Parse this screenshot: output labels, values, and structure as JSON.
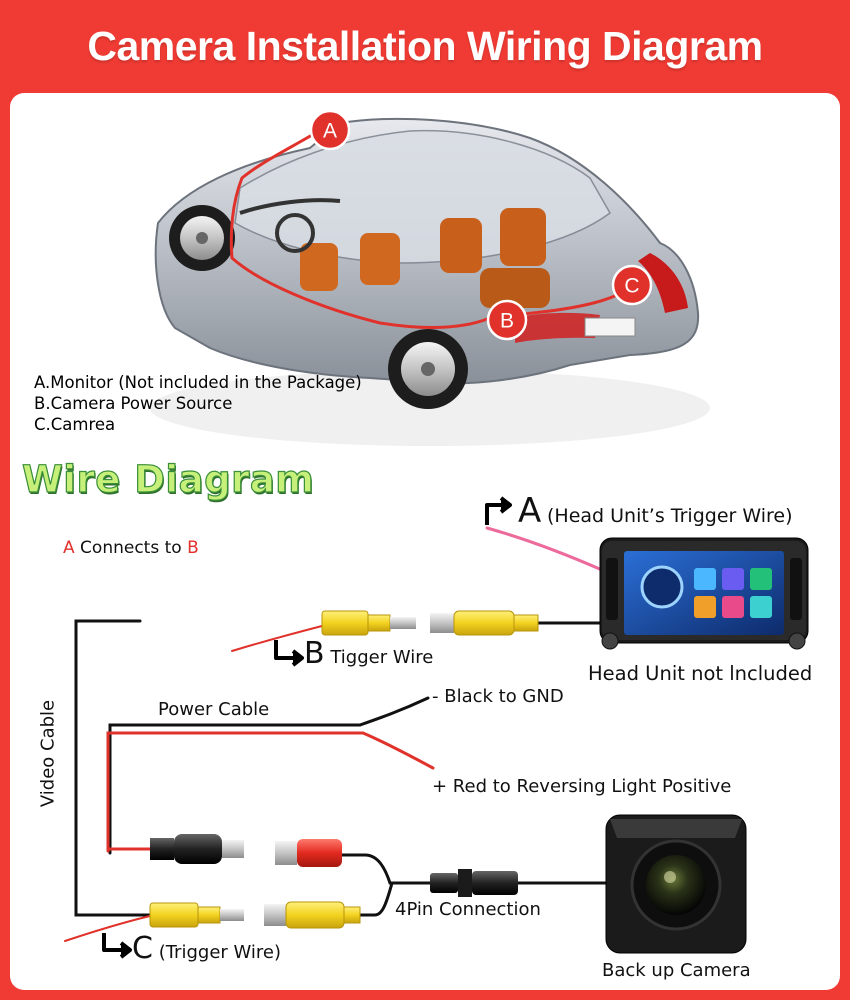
{
  "title": "Camera Installation Wiring Diagram",
  "legend": {
    "a": "A.Monitor (Not included in the Package)",
    "b": "B.Camera Power Source",
    "c": "C.Camrea"
  },
  "car_markers": [
    "A",
    "B",
    "C"
  ],
  "wire_diagram_title": "Wire Diagram",
  "connects_note": {
    "a": "A",
    "middle": " Connects to ",
    "b": "B"
  },
  "labels": {
    "a_letter": "A",
    "a_desc": "(Head Unit’s Trigger Wire)",
    "b_letter": "B",
    "b_desc": "Tigger Wire",
    "c_letter": "C",
    "c_desc": "(Trigger Wire)",
    "head_unit": "Head Unit not lncluded",
    "power_cable": "Power Cable",
    "black_gnd": "- Black to GND",
    "red_rev": "+ Red to Reversing Light Positive",
    "video_cable": "Video Cable",
    "four_pin": "4Pin Connection",
    "camera": "Back up Camera"
  },
  "colors": {
    "brand_red": "#ef3b33",
    "wire_red": "#e0322b",
    "rca_yellow": "#f3d21f",
    "wire_pink": "#ec6a9c",
    "title_green": "#c6f07a"
  }
}
